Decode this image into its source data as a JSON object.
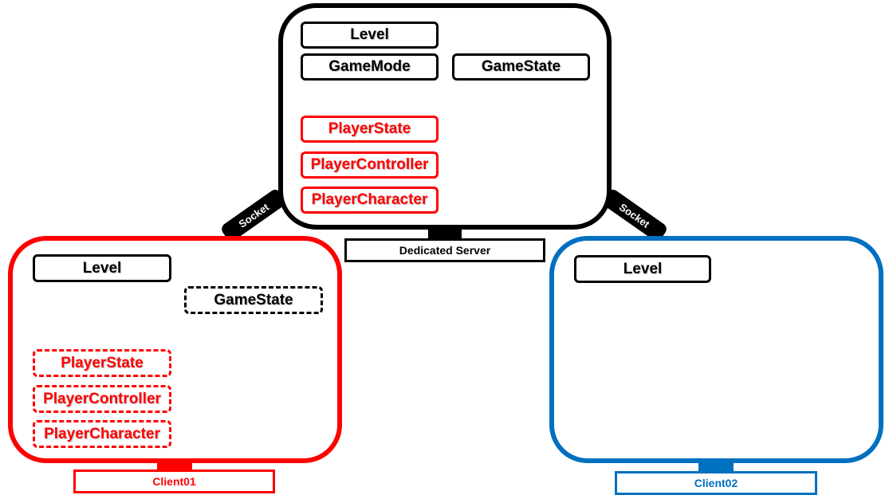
{
  "colors": {
    "server": "#000000",
    "client01": "#ff0000",
    "client02": "#0070c0"
  },
  "server": {
    "level": "Level",
    "game_mode": "GameMode",
    "game_state": "GameState",
    "player_state": "PlayerState",
    "player_controller": "PlayerController",
    "player_character": "PlayerCharacter",
    "name": "Dedicated Server"
  },
  "sockets": {
    "left": "Socket",
    "right": "Socket"
  },
  "client01": {
    "level": "Level",
    "game_state": "GameState",
    "player_state": "PlayerState",
    "player_controller": "PlayerController",
    "player_character": "PlayerCharacter",
    "name": "Client01"
  },
  "client02": {
    "level": "Level",
    "name": "Client02"
  }
}
